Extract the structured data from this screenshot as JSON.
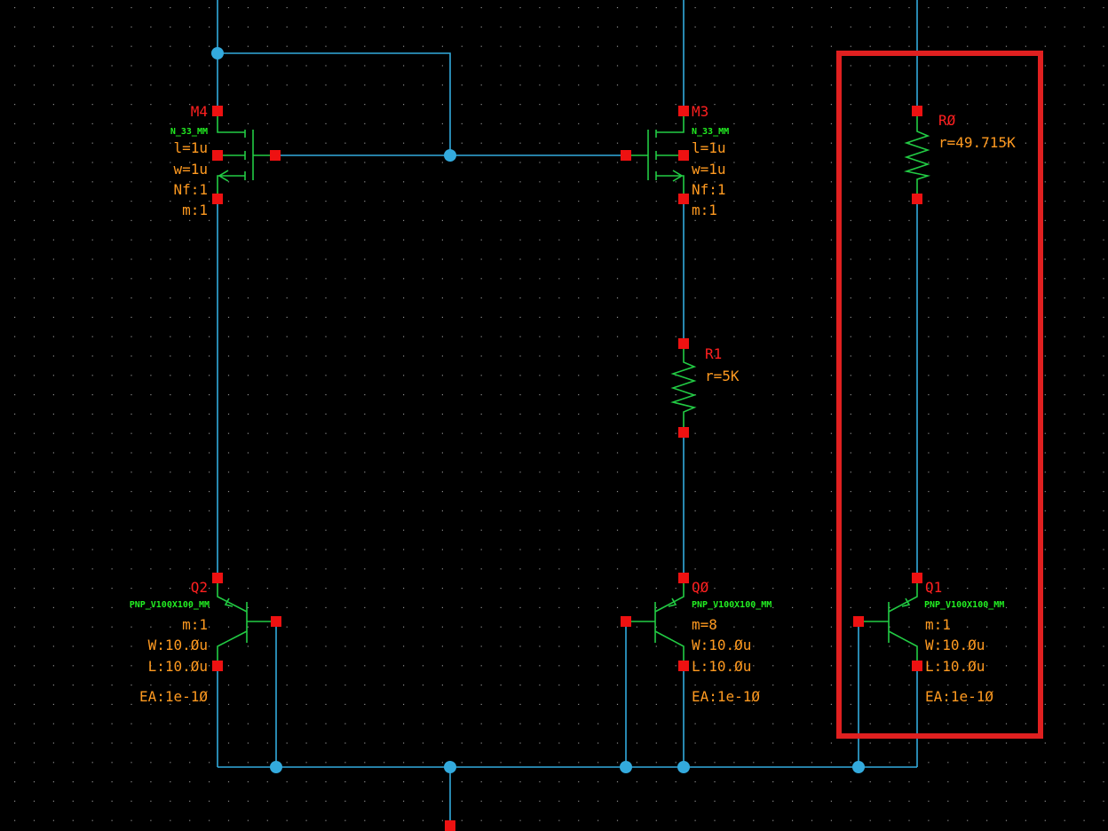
{
  "devices": {
    "M4": {
      "name": "M4",
      "model": "N_33_MM",
      "l": "l=1u",
      "w": "w=1u",
      "nf": "Nf:1",
      "m": "m:1"
    },
    "M3": {
      "name": "M3",
      "model": "N_33_MM",
      "l": "l=1u",
      "w": "w=1u",
      "nf": "Nf:1",
      "m": "m:1"
    },
    "R0": {
      "name": "RØ",
      "value": "r=49.715K"
    },
    "R1": {
      "name": "R1",
      "value": "r=5K"
    },
    "Q2": {
      "name": "Q2",
      "model": "PNP_V100X100_MM",
      "m": "m:1",
      "w": "W:10.Øu",
      "l": "L:10.Øu",
      "ea": "EA:1e-1Ø"
    },
    "Q0": {
      "name": "QØ",
      "model": "PNP_V100X100_MM",
      "m": "m=8",
      "w": "W:10.Øu",
      "l": "L:10.Øu",
      "ea": "EA:1e-1Ø"
    },
    "Q1": {
      "name": "Q1",
      "model": "PNP_V100X100_MM",
      "m": "m:1",
      "w": "W:10.Øu",
      "l": "L:10.Øu",
      "ea": "EA:1e-1Ø"
    }
  },
  "colors": {
    "background": "#000000",
    "wire": "#33aadd",
    "symbol": "#22cc44",
    "pin": "#ee1111",
    "instance_label": "#ff2020",
    "param_label": "#ff9a20",
    "model_label": "#22ee22",
    "highlight": "#e02020",
    "grid_dot": "#8a8a8a"
  }
}
